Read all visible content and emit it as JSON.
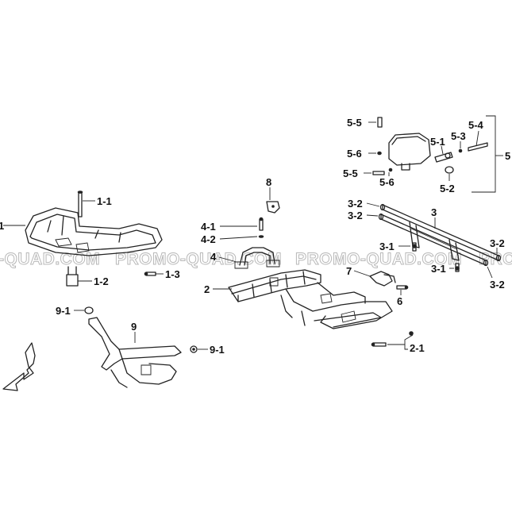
{
  "watermark": {
    "left": "-QUAD.COM",
    "center": "PROMO-QUAD.COM",
    "right": "PROMO-QUAD.COM",
    "edge": "PRO"
  },
  "callouts": {
    "c1": "1",
    "c1_1": "1-1",
    "c1_2": "1-2",
    "c1_3": "1-3",
    "c2": "2",
    "c2_1": "2-1",
    "c3": "3",
    "c3_1a": "3-1",
    "c3_1b": "3-1",
    "c3_2a": "3-2",
    "c3_2b": "3-2",
    "c3_2c": "3-2",
    "c3_2d": "3-2",
    "c4": "4",
    "c4_1": "4-1",
    "c4_2": "4-2",
    "c5": "5",
    "c5_1": "5-1",
    "c5_2": "5-2",
    "c5_3": "5-3",
    "c5_4": "5-4",
    "c5_5a": "5-5",
    "c5_5b": "5-5",
    "c5_6a": "5-6",
    "c5_6b": "5-6",
    "c6": "6",
    "c7": "7",
    "c8": "8",
    "c9": "9",
    "c9_1a": "9-1",
    "c9_1b": "9-1"
  },
  "icons": {
    "front_arrow": "front-direction-arrow-icon"
  }
}
